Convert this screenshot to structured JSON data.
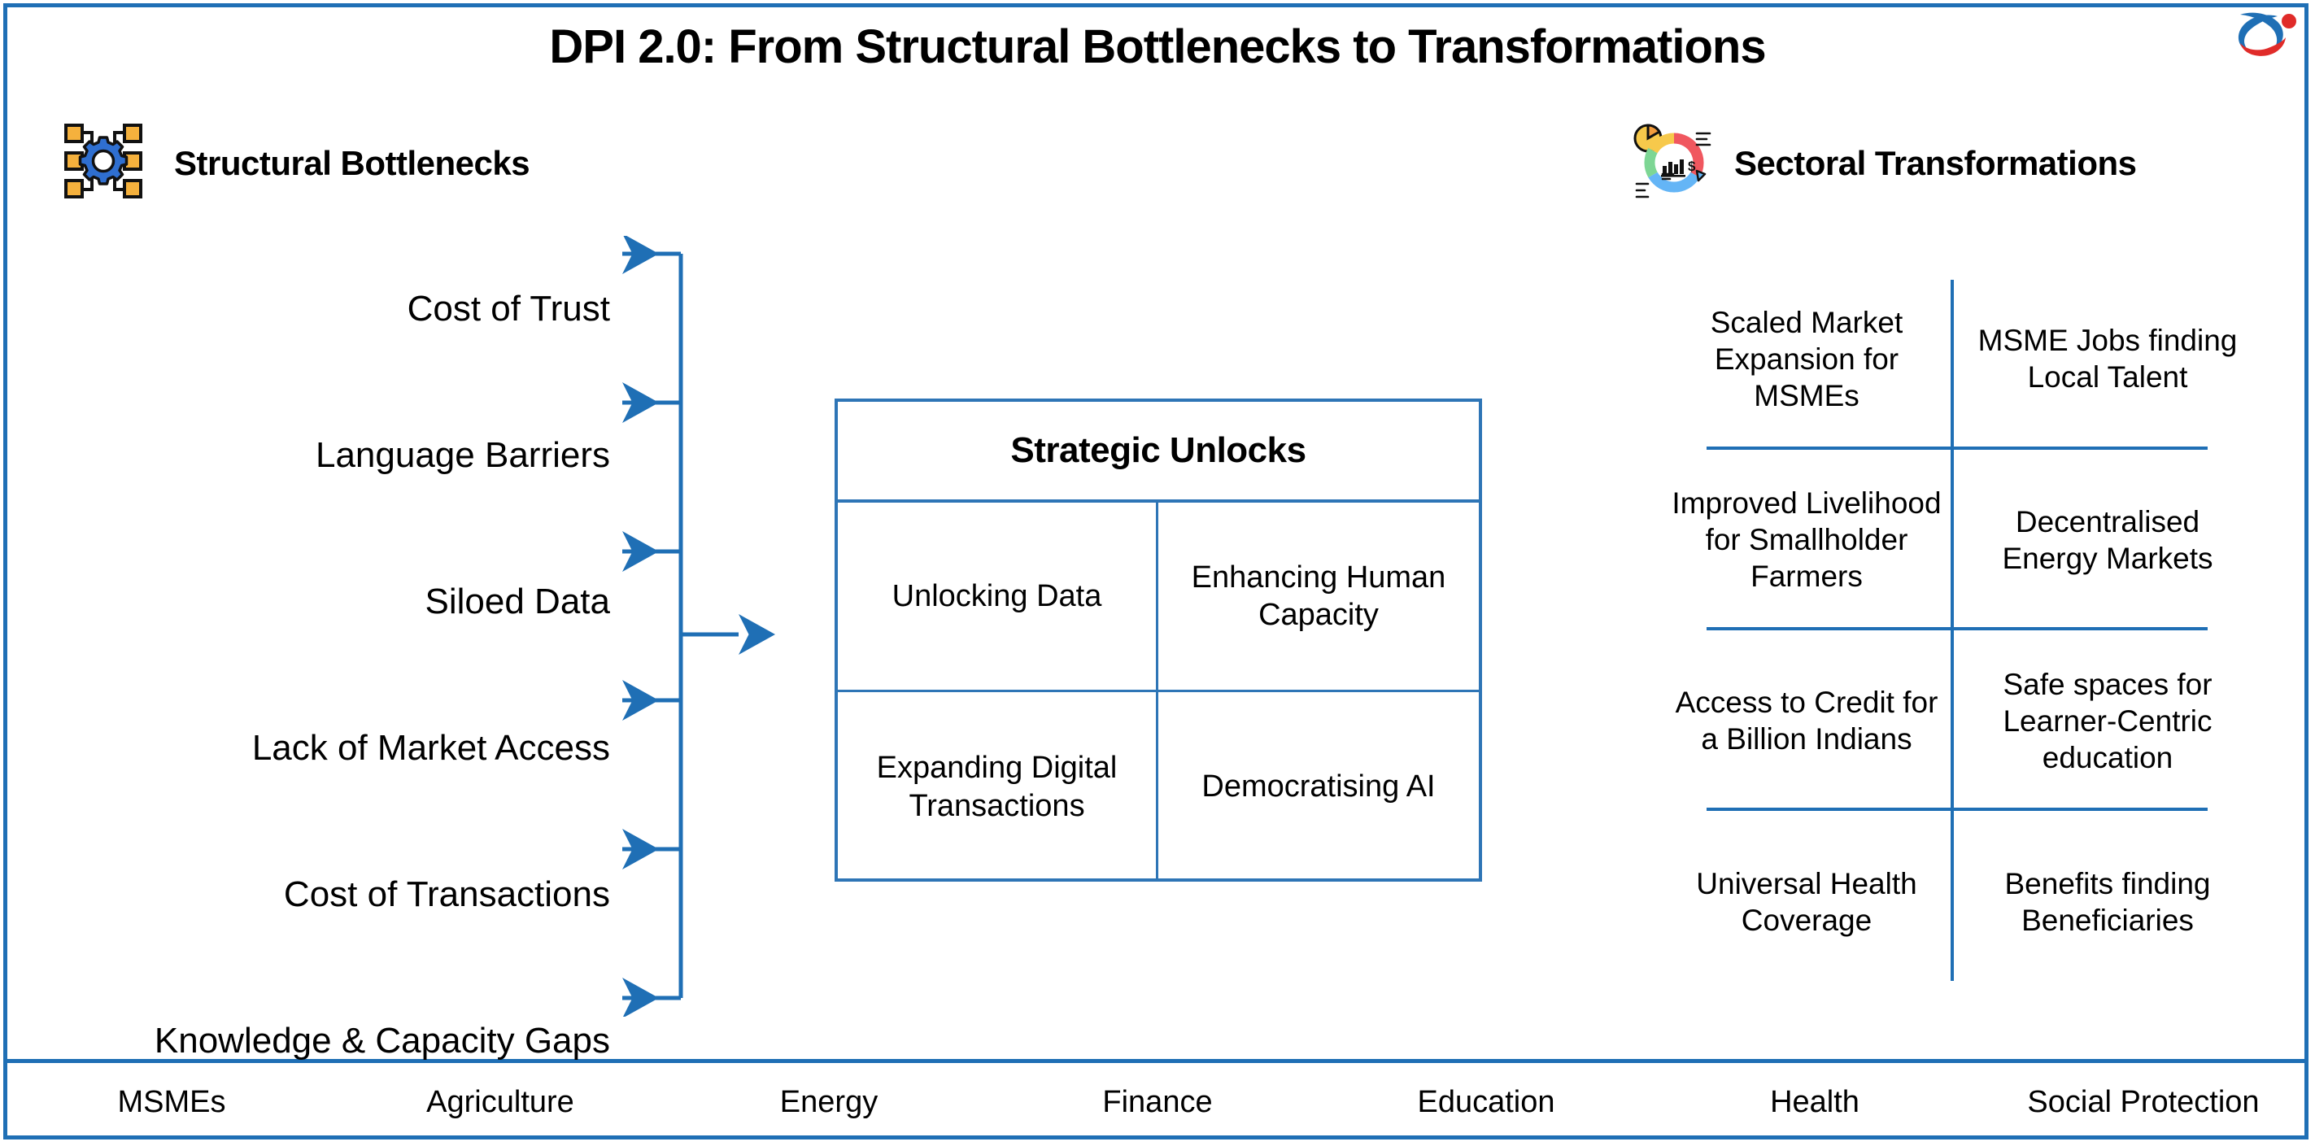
{
  "title": "DPI 2.0: From Structural Bottlenecks to Transformations",
  "colors": {
    "accent_blue": "#1F6FB5",
    "box_blue": "#2E75B6",
    "gear_blue": "#2F6FD0",
    "gear_orange": "#F5B13D",
    "logo_blue": "#1F6FB5",
    "logo_red": "#E02B29",
    "donut_red": "#F0575F",
    "donut_yellow": "#F7C94B",
    "donut_green": "#7DD694",
    "donut_blue": "#64B5F6"
  },
  "sections": {
    "bottlenecks": {
      "title": "Structural Bottlenecks",
      "icon": "gear-network-icon",
      "items": [
        "Cost of Trust",
        "Language Barriers",
        "Siloed Data",
        "Lack of Market Access",
        "Cost of Transactions",
        "Knowledge & Capacity Gaps"
      ]
    },
    "transformations": {
      "title": "Sectoral Transformations",
      "icon": "analytics-donut-icon",
      "items": [
        "Scaled Market Expansion for MSMEs",
        "MSME Jobs finding Local Talent",
        "Improved Livelihood for Smallholder Farmers",
        "Decentralised Energy Markets",
        "Access to Credit for a Billion Indians",
        "Safe spaces for Learner-Centric education",
        "Universal Health Coverage",
        "Benefits finding Beneficiaries"
      ]
    }
  },
  "strategic_unlocks": {
    "title": "Strategic Unlocks",
    "cells": [
      "Unlocking Data",
      "Enhancing Human Capacity",
      "Expanding Digital Transactions",
      "Democratising AI"
    ]
  },
  "sectors": [
    "MSMEs",
    "Agriculture",
    "Energy",
    "Finance",
    "Education",
    "Health",
    "Social Protection"
  ]
}
